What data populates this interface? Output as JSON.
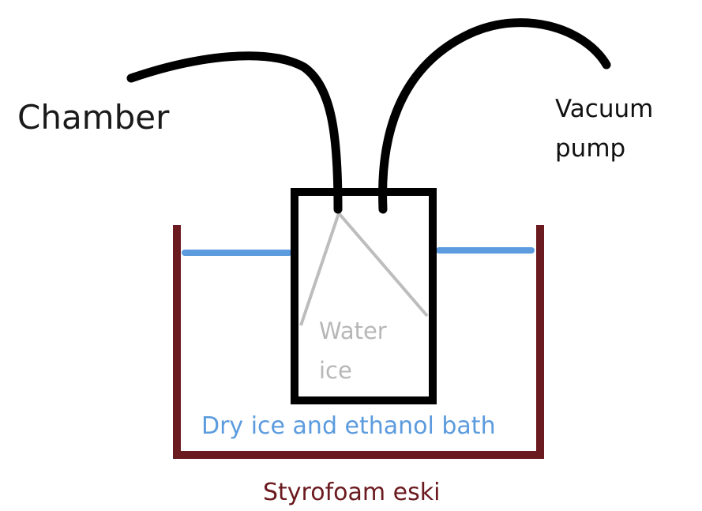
{
  "labels": {
    "chamber": "Chamber",
    "vacuum_pump_line1": "Vacuum",
    "vacuum_pump_line2": "pump",
    "water_ice_line1": "Water",
    "water_ice_line2": "ice",
    "bath": "Dry ice and ethanol bath",
    "container": "Styrofoam eski"
  },
  "colors": {
    "tubing": "#000000",
    "flask": "#000000",
    "water_ice": "#bdbdbd",
    "bath_liquid": "#5b9bde",
    "eski": "#6b1a1f"
  }
}
